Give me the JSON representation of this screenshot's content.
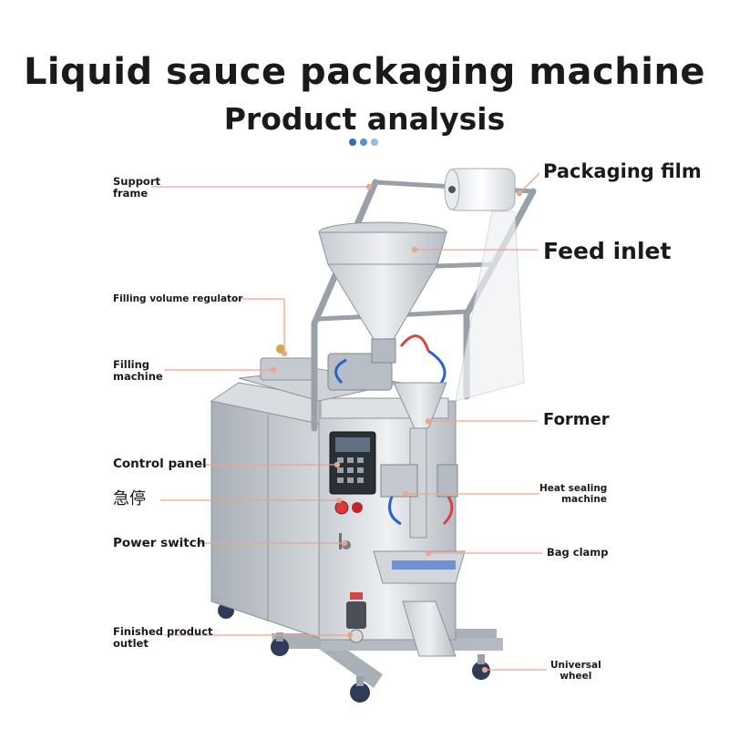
{
  "header": {
    "title": "Liquid sauce packaging machine",
    "subtitle": "Product analysis",
    "dot_colors": [
      "#2f6fb6",
      "#5b8fd1",
      "#9bbbe6"
    ]
  },
  "labels": {
    "support_frame": [
      "Support",
      "frame"
    ],
    "filling_volume_regulator": "Filling volume regulator",
    "filling_machine": [
      "Filling",
      "machine"
    ],
    "control_panel": "Control panel",
    "emergency_stop": "急停",
    "power_switch": "Power switch",
    "finished_product_outlet": [
      "Finished product",
      "outlet"
    ],
    "packaging_film": "Packaging film",
    "feed_inlet": "Feed inlet",
    "former": "Former",
    "heat_sealing_machine": [
      "Heat sealing",
      "machine"
    ],
    "bag_clamp": "Bag clamp",
    "universal_wheel": [
      "Universal",
      "wheel"
    ]
  },
  "colors": {
    "leader_line": "#e9a58e",
    "steel_light": "#e3e6ea",
    "steel_mid": "#bfc4ca",
    "steel_dark": "#8d939a"
  }
}
